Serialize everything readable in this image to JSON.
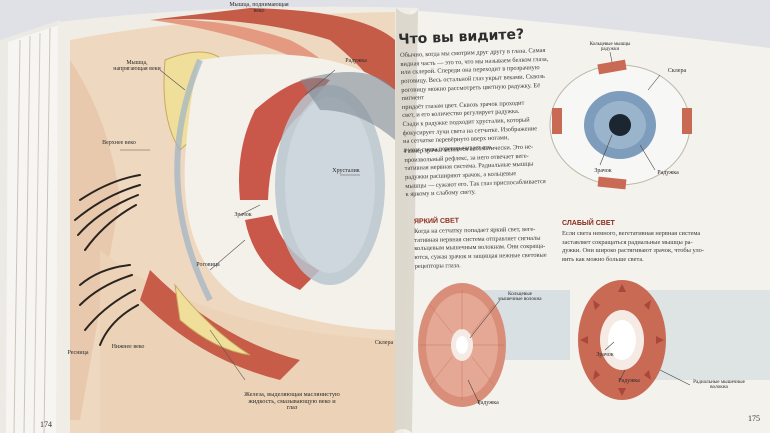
{
  "left_page": {
    "page_number": "174",
    "labels": {
      "top_muscle": "Мышца, поднимающая веко",
      "circular_muscle": "Мышца, напрягающая веки",
      "upper_lid": "Верхнее веко",
      "iris": "Радужка",
      "pupil": "Зрачок",
      "lens": "Хрусталик",
      "eyelash": "Ресница",
      "lower_lid": "Нижнее веко",
      "cornea": "Роговица",
      "sclera": "Склера",
      "gland_note": "Железа, выделяющая маслянистую жидкость, смазывающую веко и глаз"
    }
  },
  "right_page": {
    "page_number": "175",
    "title": "Что вы видите?",
    "body_lines": [
      "Обычно, когда мы смотрим друг другу в глаза. Самая",
      "видная часть — это то, что мы называем белком глаза,",
      "или склерой. Спереди она переходит в прозрачную",
      "роговицу. Весь остальной глаз укрыт веками. Сквозь",
      "роговицу можно рассмотреть цветную радужку. Её пигмент",
      "придаёт глазам цвет. Сквозь зрачок проходит",
      "свет, и его количество регулирует радужка.",
      "Сзади к радужке подходит хрусталик, который",
      "фокусирует лучи света на сетчатке. Изображение",
      "на сетчатке перевёрнуто вверх ногами,",
      "а мозг снова переворачивает его."
    ],
    "body_lines_2": [
      "Размер зрачка меняется автоматически. Это не-",
      "произвольный рефлекс, за него отвечает веге-",
      "тативная нервная система. Радиальные мышцы",
      "радужки расширяют зрачок, а кольцевые",
      "мышцы — сужают его. Так глаз приспосабливается",
      "к яркому и слабому свету."
    ],
    "diagram_top_labels": {
      "muscle": "Кольцевые мышцы радужки",
      "sclera": "Склера",
      "pupil": "Зрачок",
      "iris": "Радужка"
    },
    "bright_light": {
      "heading": "ЯРКИЙ СВЕТ",
      "lines": [
        "Когда на сетчатку попадает яркий свет, веге-",
        "тативная нервная система отправляет сигналы",
        "кольцевым мышечным волокнам. Они сокраща-",
        "ются, сужая зрачок и защищая нежные световые",
        "рецепторы глаза."
      ],
      "label_muscle": "Кольцевые мышечные волокна",
      "label_iris": "Радужка"
    },
    "dim_light": {
      "heading": "СЛАБЫЙ СВЕТ",
      "lines": [
        "Если света немного, вегетативная нервная система",
        "заставляет сокращаться радиальные мышцы ра-",
        "дужки. Они широко растягивают зрачок, чтобы уло-",
        "вить как можно больше света."
      ],
      "label_pupil": "Зрачок",
      "label_iris": "Радужка",
      "label_muscle": "Радиальные мышечные волокна"
    }
  },
  "colors": {
    "paper": "#f3f1ec",
    "muscle": "#c96a55",
    "iris_blue": "#6f8fb0",
    "heading_red": "#8a2b1c"
  }
}
